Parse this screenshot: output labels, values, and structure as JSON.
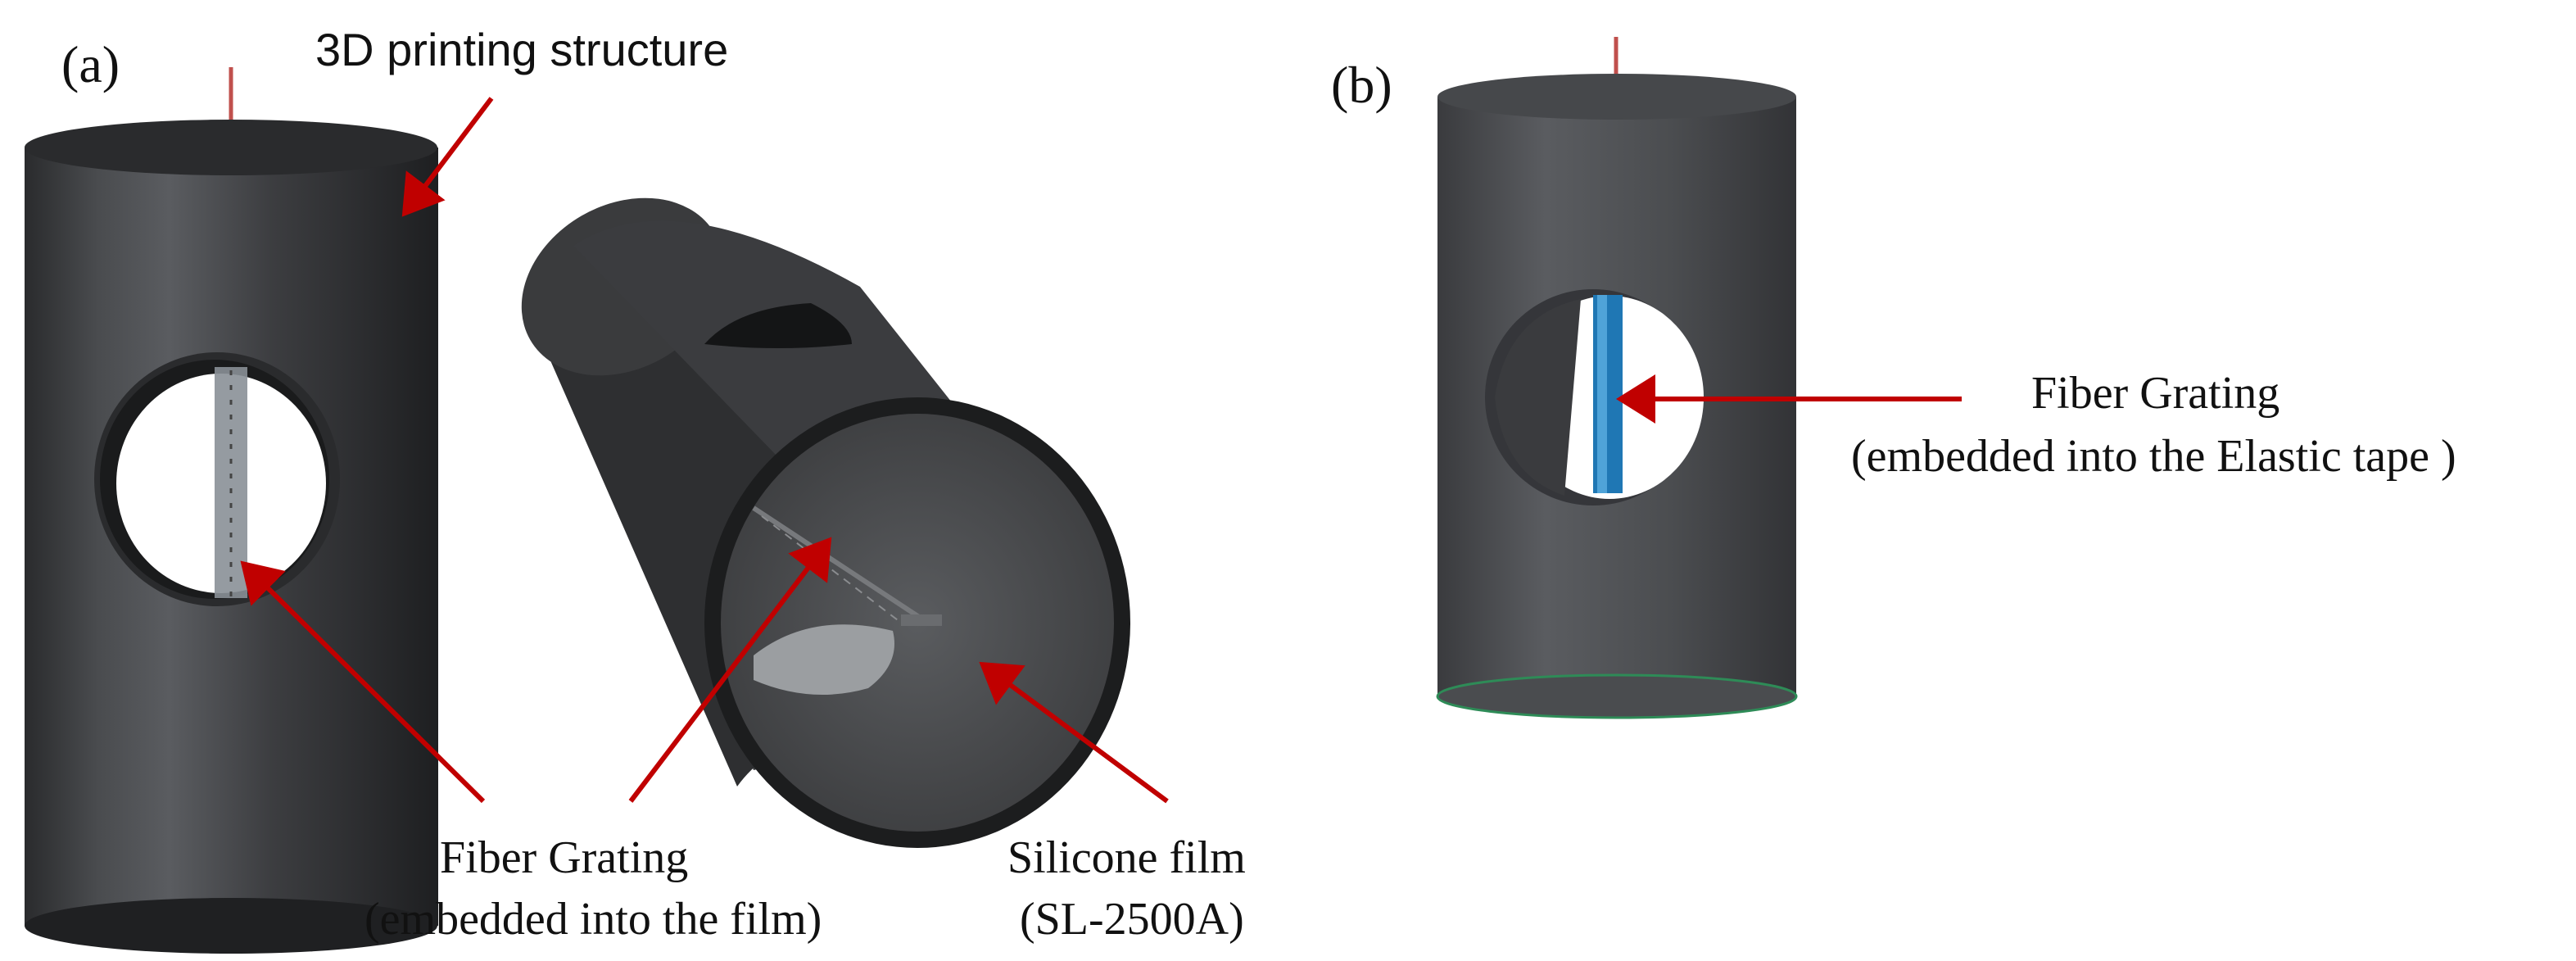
{
  "panel_a": {
    "label": "(a)",
    "structure_label": "3D printing structure",
    "grating_label_line1": "Fiber Grating",
    "grating_label_line2": "(embedded into the film)",
    "film_label_line1": "Silicone film",
    "film_label_line2": "(SL-2500A)"
  },
  "panel_b": {
    "label": "(b)",
    "grating_label_line1": "Fiber Grating",
    "grating_label_line2": "(embedded into the Elastic tape )"
  },
  "colors": {
    "cylinder_body": "#3e3f41",
    "cylinder_highlight": "#5e6063",
    "cylinder_b_body": "#4f5154",
    "arrow": "#c00000",
    "fiber_lead": "#c0504d",
    "grating_strip_a": "#8a9097",
    "grating_strip_b": "#1f77b4",
    "base_rim_b": "#2e8b57"
  }
}
